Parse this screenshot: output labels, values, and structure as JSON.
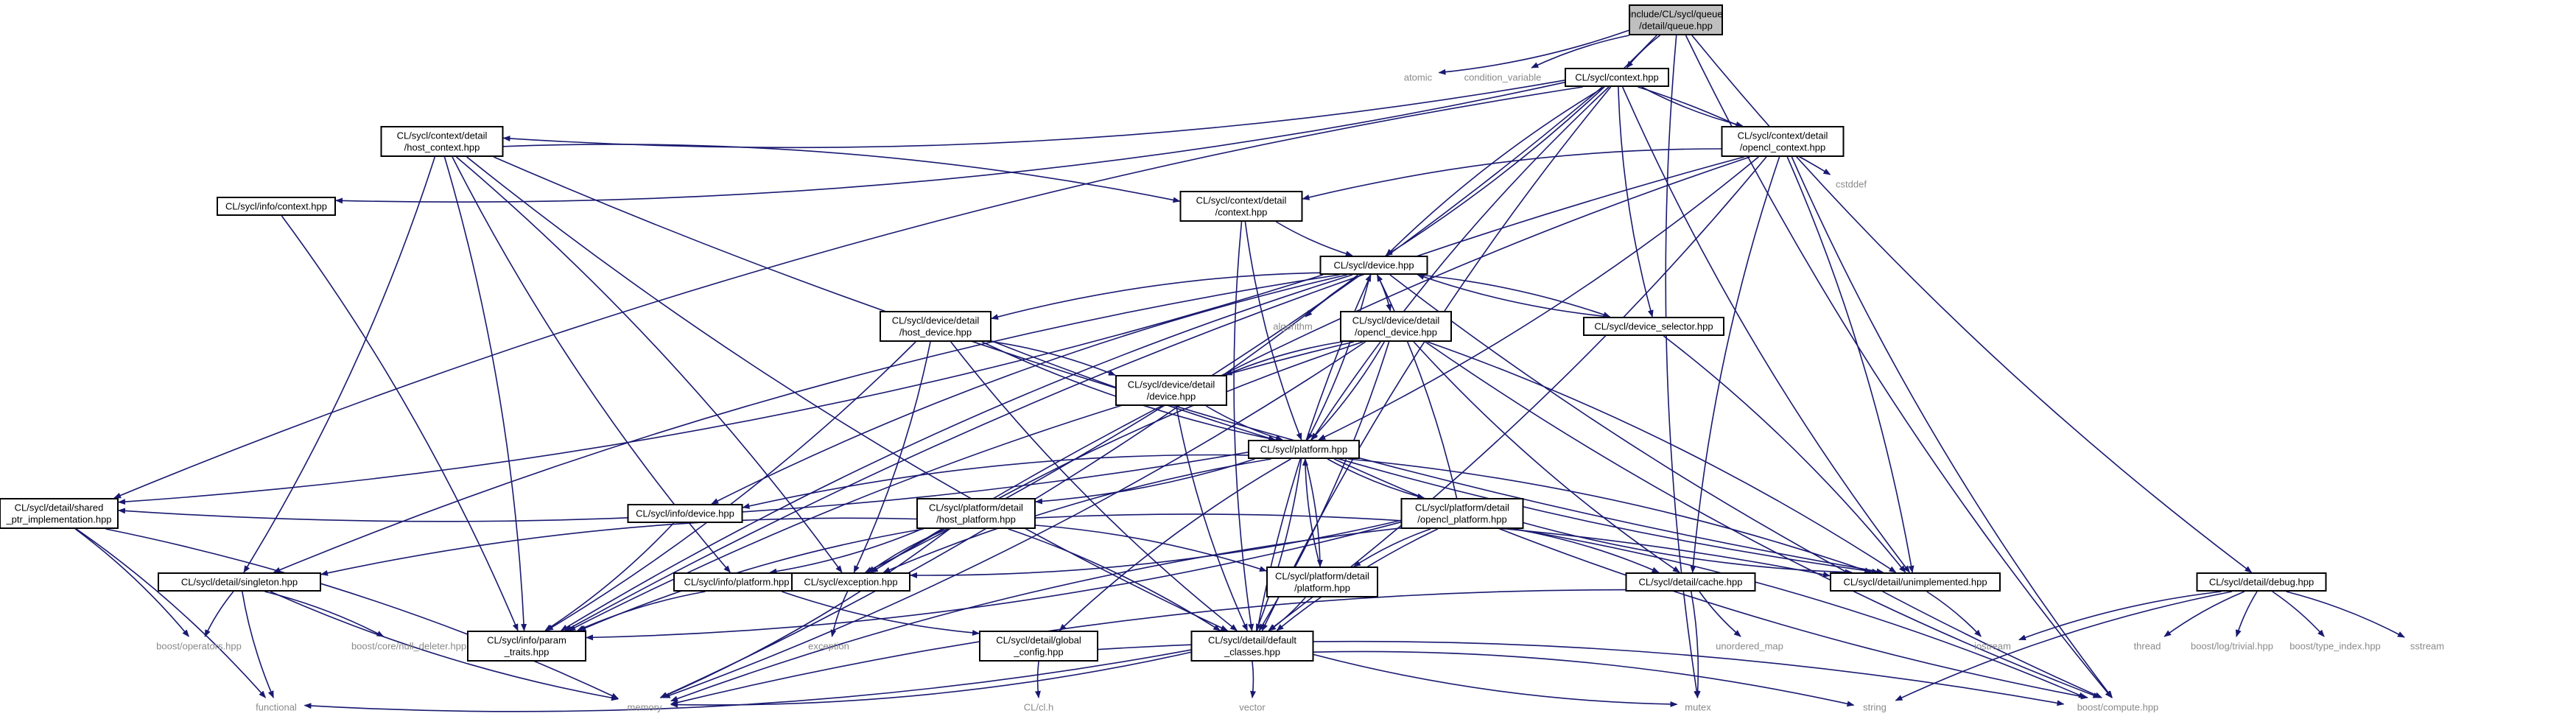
{
  "colors": {
    "edge": "#191970",
    "root_fill": "#bfbfbf",
    "node_fill": "#ffffff",
    "external_text": "#8a8a8a"
  },
  "nodes": [
    {
      "id": "root",
      "lines": [
        "include/CL/sycl/queue",
        "/detail/queue.hpp"
      ],
      "kind": "root"
    },
    {
      "id": "atomic",
      "lines": [
        "atomic"
      ],
      "kind": "external"
    },
    {
      "id": "condvar",
      "lines": [
        "condition_variable"
      ],
      "kind": "external"
    },
    {
      "id": "context",
      "lines": [
        "CL/sycl/context.hpp"
      ],
      "kind": "file"
    },
    {
      "id": "cstddef",
      "lines": [
        "cstddef"
      ],
      "kind": "external"
    },
    {
      "id": "hostctx",
      "lines": [
        "CL/sycl/context/detail",
        "/host_context.hpp"
      ],
      "kind": "file"
    },
    {
      "id": "oclctx",
      "lines": [
        "CL/sycl/context/detail",
        "/opencl_context.hpp"
      ],
      "kind": "file"
    },
    {
      "id": "infoctx",
      "lines": [
        "CL/sycl/info/context.hpp"
      ],
      "kind": "file"
    },
    {
      "id": "ctxdetail",
      "lines": [
        "CL/sycl/context/detail",
        "/context.hpp"
      ],
      "kind": "file"
    },
    {
      "id": "device",
      "lines": [
        "CL/sycl/device.hpp"
      ],
      "kind": "file"
    },
    {
      "id": "algorithm",
      "lines": [
        "algorithm"
      ],
      "kind": "external"
    },
    {
      "id": "hostdev",
      "lines": [
        "CL/sycl/device/detail",
        "/host_device.hpp"
      ],
      "kind": "file"
    },
    {
      "id": "ocldev",
      "lines": [
        "CL/sycl/device/detail",
        "/opencl_device.hpp"
      ],
      "kind": "file"
    },
    {
      "id": "devsel",
      "lines": [
        "CL/sycl/device_selector.hpp"
      ],
      "kind": "file"
    },
    {
      "id": "devdetail",
      "lines": [
        "CL/sycl/device/detail",
        "/device.hpp"
      ],
      "kind": "file"
    },
    {
      "id": "platform",
      "lines": [
        "CL/sycl/platform.hpp"
      ],
      "kind": "file"
    },
    {
      "id": "shared",
      "lines": [
        "CL/sycl/detail/shared",
        "_ptr_implementation.hpp"
      ],
      "kind": "file"
    },
    {
      "id": "infodev",
      "lines": [
        "CL/sycl/info/device.hpp"
      ],
      "kind": "file"
    },
    {
      "id": "hostplat",
      "lines": [
        "CL/sycl/platform/detail",
        "/host_platform.hpp"
      ],
      "kind": "file"
    },
    {
      "id": "oclplat",
      "lines": [
        "CL/sycl/platform/detail",
        "/opencl_platform.hpp"
      ],
      "kind": "file"
    },
    {
      "id": "singleton",
      "lines": [
        "CL/sycl/detail/singleton.hpp"
      ],
      "kind": "file"
    },
    {
      "id": "infoplat",
      "lines": [
        "CL/sycl/info/platform.hpp"
      ],
      "kind": "file"
    },
    {
      "id": "exception",
      "lines": [
        "CL/sycl/exception.hpp"
      ],
      "kind": "file"
    },
    {
      "id": "platdetail",
      "lines": [
        "CL/sycl/platform/detail",
        "/platform.hpp"
      ],
      "kind": "file"
    },
    {
      "id": "cache",
      "lines": [
        "CL/sycl/detail/cache.hpp"
      ],
      "kind": "file"
    },
    {
      "id": "unimpl",
      "lines": [
        "CL/sycl/detail/unimplemented.hpp"
      ],
      "kind": "file"
    },
    {
      "id": "debug",
      "lines": [
        "CL/sycl/detail/debug.hpp"
      ],
      "kind": "file"
    },
    {
      "id": "boostops",
      "lines": [
        "boost/operators.hpp"
      ],
      "kind": "external"
    },
    {
      "id": "nulldel",
      "lines": [
        "boost/core/null_deleter.hpp"
      ],
      "kind": "external"
    },
    {
      "id": "paramtraits",
      "lines": [
        "CL/sycl/info/param",
        "_traits.hpp"
      ],
      "kind": "file"
    },
    {
      "id": "globalcfg",
      "lines": [
        "CL/sycl/detail/global",
        "_config.hpp"
      ],
      "kind": "file"
    },
    {
      "id": "defclasses",
      "lines": [
        "CL/sycl/detail/default",
        "_classes.hpp"
      ],
      "kind": "file"
    },
    {
      "id": "exceptionstd",
      "lines": [
        "exception"
      ],
      "kind": "external"
    },
    {
      "id": "unordmap",
      "lines": [
        "unordered_map"
      ],
      "kind": "external"
    },
    {
      "id": "iostream",
      "lines": [
        "iostream"
      ],
      "kind": "external"
    },
    {
      "id": "thread",
      "lines": [
        "thread"
      ],
      "kind": "external"
    },
    {
      "id": "logtrivial",
      "lines": [
        "boost/log/trivial.hpp"
      ],
      "kind": "external"
    },
    {
      "id": "typeindex",
      "lines": [
        "boost/type_index.hpp"
      ],
      "kind": "external"
    },
    {
      "id": "sstream",
      "lines": [
        "sstream"
      ],
      "kind": "external"
    },
    {
      "id": "functional",
      "lines": [
        "functional"
      ],
      "kind": "external"
    },
    {
      "id": "memory",
      "lines": [
        "memory"
      ],
      "kind": "external"
    },
    {
      "id": "cl",
      "lines": [
        "CL/cl.h"
      ],
      "kind": "external"
    },
    {
      "id": "vector",
      "lines": [
        "vector"
      ],
      "kind": "external"
    },
    {
      "id": "mutex",
      "lines": [
        "mutex"
      ],
      "kind": "external"
    },
    {
      "id": "string",
      "lines": [
        "string"
      ],
      "kind": "external"
    },
    {
      "id": "compute",
      "lines": [
        "boost/compute.hpp"
      ],
      "kind": "external"
    }
  ],
  "edges": [
    [
      "root",
      "atomic"
    ],
    [
      "root",
      "condvar"
    ],
    [
      "root",
      "context"
    ],
    [
      "root",
      "device"
    ],
    [
      "root",
      "debug"
    ],
    [
      "root",
      "mutex"
    ],
    [
      "root",
      "compute"
    ],
    [
      "context",
      "hostctx"
    ],
    [
      "context",
      "oclctx"
    ],
    [
      "context",
      "infoctx"
    ],
    [
      "context",
      "cstddef"
    ],
    [
      "context",
      "device"
    ],
    [
      "context",
      "devsel"
    ],
    [
      "context",
      "platform"
    ],
    [
      "context",
      "shared"
    ],
    [
      "context",
      "exception"
    ],
    [
      "context",
      "unimpl"
    ],
    [
      "context",
      "defclasses"
    ],
    [
      "hostctx",
      "ctxdetail"
    ],
    [
      "hostctx",
      "singleton"
    ],
    [
      "hostctx",
      "exception"
    ],
    [
      "hostctx",
      "paramtraits"
    ],
    [
      "hostctx",
      "infoplat"
    ],
    [
      "hostctx",
      "defclasses"
    ],
    [
      "hostctx",
      "unimpl"
    ],
    [
      "oclctx",
      "ctxdetail"
    ],
    [
      "oclctx",
      "platform"
    ],
    [
      "oclctx",
      "cache"
    ],
    [
      "oclctx",
      "unimpl"
    ],
    [
      "oclctx",
      "defclasses"
    ],
    [
      "oclctx",
      "compute"
    ],
    [
      "oclctx",
      "paramtraits"
    ],
    [
      "oclctx",
      "exception"
    ],
    [
      "infoctx",
      "paramtraits"
    ],
    [
      "ctxdetail",
      "device"
    ],
    [
      "ctxdetail",
      "platform"
    ],
    [
      "ctxdetail",
      "defclasses"
    ],
    [
      "device",
      "hostdev"
    ],
    [
      "device",
      "ocldev"
    ],
    [
      "device",
      "algorithm"
    ],
    [
      "device",
      "devsel"
    ],
    [
      "device",
      "platform"
    ],
    [
      "device",
      "shared"
    ],
    [
      "device",
      "infodev"
    ],
    [
      "device",
      "paramtraits"
    ],
    [
      "device",
      "memory"
    ],
    [
      "device",
      "singleton"
    ],
    [
      "device",
      "compute"
    ],
    [
      "hostdev",
      "devdetail"
    ],
    [
      "hostdev",
      "platform"
    ],
    [
      "hostdev",
      "exception"
    ],
    [
      "hostdev",
      "paramtraits"
    ],
    [
      "hostdev",
      "defclasses"
    ],
    [
      "hostdev",
      "unimpl"
    ],
    [
      "ocldev",
      "devdetail"
    ],
    [
      "ocldev",
      "platform"
    ],
    [
      "ocldev",
      "cache"
    ],
    [
      "ocldev",
      "unimpl"
    ],
    [
      "ocldev",
      "compute"
    ],
    [
      "ocldev",
      "exception"
    ],
    [
      "ocldev",
      "paramtraits"
    ],
    [
      "ocldev",
      "memory"
    ],
    [
      "ocldev",
      "defclasses"
    ],
    [
      "devsel",
      "device"
    ],
    [
      "devsel",
      "unimpl"
    ],
    [
      "devdetail",
      "platform"
    ],
    [
      "devdetail",
      "defclasses"
    ],
    [
      "platform",
      "hostplat"
    ],
    [
      "platform",
      "oclplat"
    ],
    [
      "platform",
      "platdetail"
    ],
    [
      "platform",
      "shared"
    ],
    [
      "platform",
      "infodev"
    ],
    [
      "platform",
      "globalcfg"
    ],
    [
      "platform",
      "defclasses"
    ],
    [
      "platform",
      "unimpl"
    ],
    [
      "platform",
      "compute"
    ],
    [
      "platform",
      "exception"
    ],
    [
      "shared",
      "boostops"
    ],
    [
      "shared",
      "functional"
    ],
    [
      "shared",
      "memory"
    ],
    [
      "infodev",
      "paramtraits"
    ],
    [
      "hostplat",
      "singleton"
    ],
    [
      "hostplat",
      "infoplat"
    ],
    [
      "hostplat",
      "exception"
    ],
    [
      "hostplat",
      "platdetail"
    ],
    [
      "hostplat",
      "paramtraits"
    ],
    [
      "hostplat",
      "defclasses"
    ],
    [
      "hostplat",
      "memory"
    ],
    [
      "hostplat",
      "unimpl"
    ],
    [
      "oclplat",
      "platdetail"
    ],
    [
      "oclplat",
      "cache"
    ],
    [
      "oclplat",
      "unimpl"
    ],
    [
      "oclplat",
      "exception"
    ],
    [
      "oclplat",
      "paramtraits"
    ],
    [
      "oclplat",
      "defclasses"
    ],
    [
      "oclplat",
      "compute"
    ],
    [
      "oclplat",
      "device"
    ],
    [
      "oclplat",
      "memory"
    ],
    [
      "singleton",
      "boostops"
    ],
    [
      "singleton",
      "nulldel"
    ],
    [
      "singleton",
      "functional"
    ],
    [
      "singleton",
      "memory"
    ],
    [
      "infoplat",
      "paramtraits"
    ],
    [
      "infoplat",
      "globalcfg"
    ],
    [
      "exception",
      "exceptionstd"
    ],
    [
      "platdetail",
      "platform"
    ],
    [
      "platdetail",
      "defclasses"
    ],
    [
      "cache",
      "unordmap"
    ],
    [
      "cache",
      "mutex"
    ],
    [
      "cache",
      "memory"
    ],
    [
      "unimpl",
      "iostream"
    ],
    [
      "debug",
      "thread"
    ],
    [
      "debug",
      "logtrivial"
    ],
    [
      "debug",
      "typeindex"
    ],
    [
      "debug",
      "sstream"
    ],
    [
      "debug",
      "iostream"
    ],
    [
      "debug",
      "string"
    ],
    [
      "globalcfg",
      "cl"
    ],
    [
      "globalcfg",
      "compute"
    ],
    [
      "defclasses",
      "memory"
    ],
    [
      "defclasses",
      "vector"
    ],
    [
      "defclasses",
      "mutex"
    ],
    [
      "defclasses",
      "string"
    ],
    [
      "defclasses",
      "functional"
    ],
    [
      "defclasses",
      "device"
    ]
  ]
}
